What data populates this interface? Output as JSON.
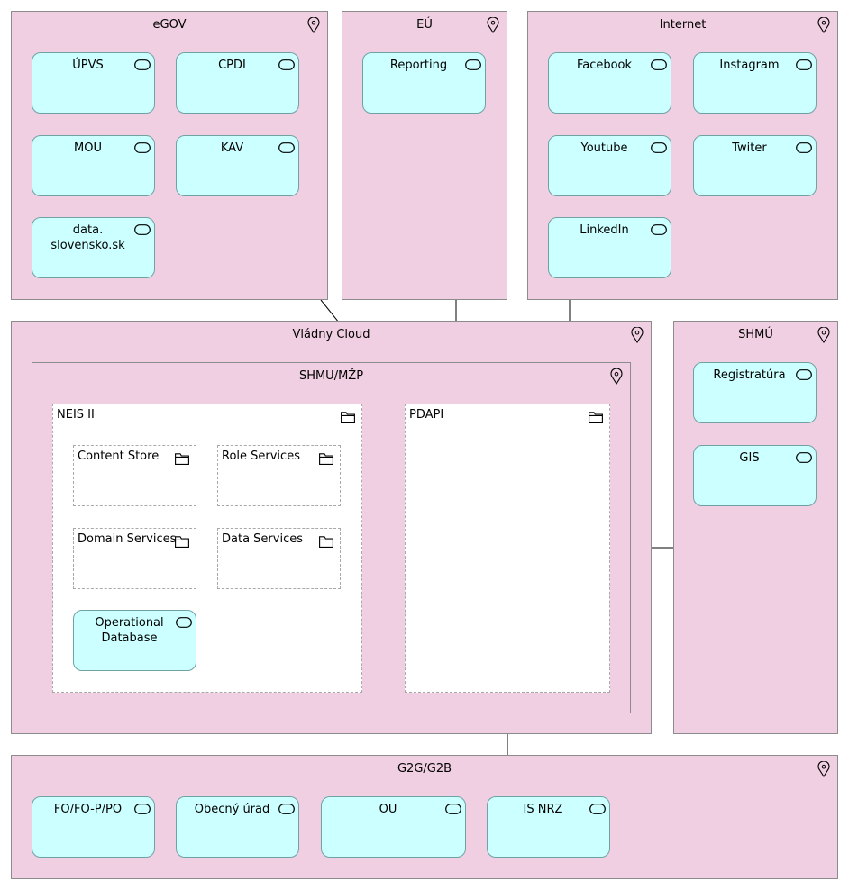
{
  "locations": {
    "egov": "eGOV",
    "eu": "EÚ",
    "internet": "Internet",
    "vladny_cloud": "Vládny Cloud",
    "shmu_mzp": "SHMU/MŽP",
    "shmu": "SHMÚ",
    "g2g": "G2G/G2B"
  },
  "groups": {
    "neis": "NEIS II",
    "pdapi": "PDAPI",
    "content_store": "Content Store",
    "role_services": "Role Services",
    "domain_services": "Domain Services",
    "data_services": "Data Services"
  },
  "services": {
    "upvs": "ÚPVS",
    "cpdi": "CPDI",
    "mou": "MOU",
    "kav": "KAV",
    "data_slovensko": "data.\nslovensko.sk",
    "reporting": "Reporting",
    "facebook": "Facebook",
    "instagram": "Instagram",
    "youtube": "Youtube",
    "twiter": "Twiter",
    "linkedin": "LinkedIn",
    "registratura": "Registratúra",
    "gis": "GIS",
    "operational_db": "Operational\nDatabase",
    "fo": "FO/FO-P/PO",
    "obecny_urad": "Obecný úrad",
    "ou": "OU",
    "is_nrz": "IS NRZ"
  },
  "colors": {
    "location_fill": "#efcfe1",
    "service_fill": "#ccffff",
    "group_fill": "#ffffff",
    "border": "#8c8c8c"
  },
  "icons": {
    "location": "location-pin-icon",
    "group": "folder-icon",
    "service": "service-icon"
  }
}
